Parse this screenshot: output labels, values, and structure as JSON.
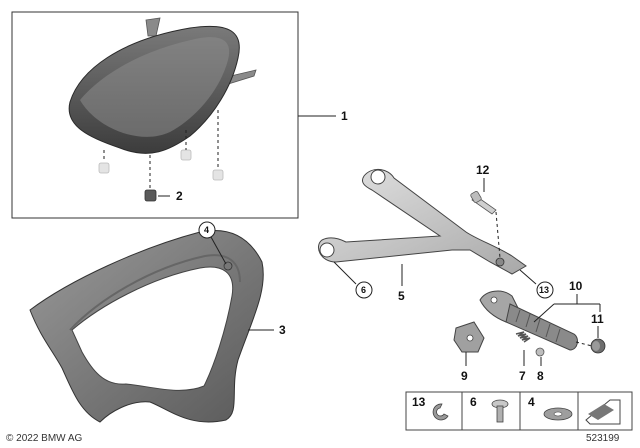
{
  "copyright": "© 2022 BMW AG",
  "diagram_id": "523199",
  "callouts": {
    "seat_assembly": "1",
    "rubber_buffer": "2",
    "rear_cover": "3",
    "cover_screw_ref": "4",
    "footrest_bracket": "5",
    "bracket_screw_ref": "6",
    "spring": "7",
    "ball": "8",
    "mount_plate": "9",
    "footrest_set": "10",
    "end_cap": "11",
    "bolt": "12",
    "circlip_ref": "13"
  },
  "legend": {
    "item_a": "13",
    "item_b": "6",
    "item_c": "4"
  }
}
